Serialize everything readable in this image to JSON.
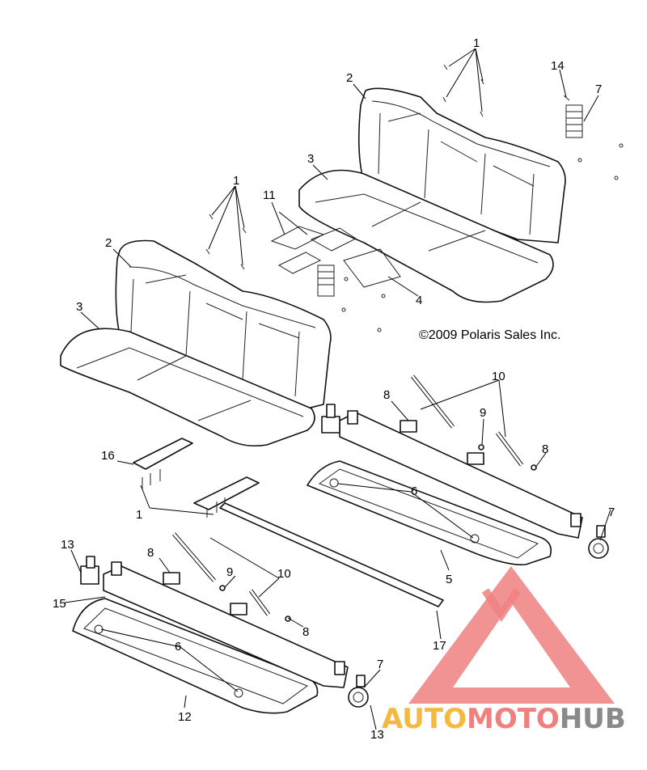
{
  "copyright": "©2009 Polaris Sales Inc.",
  "callouts": [
    "1",
    "1",
    "1",
    "2",
    "2",
    "3",
    "3",
    "4",
    "5",
    "6",
    "6",
    "7",
    "7",
    "7",
    "8",
    "8",
    "8",
    "8",
    "9",
    "9",
    "10",
    "10",
    "11",
    "12",
    "13",
    "13",
    "14",
    "15",
    "16",
    "17"
  ],
  "watermark": {
    "part1": "AUTO",
    "part2": "MOTO",
    "part3": "HUB",
    "colors": {
      "triangle": "#f08080",
      "auto": "#f5b942",
      "moto": "#f08080",
      "hub": "#8a8a8a"
    }
  }
}
